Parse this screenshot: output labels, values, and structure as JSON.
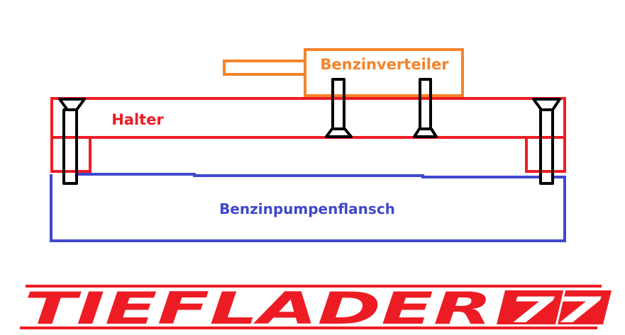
{
  "diagram": {
    "parts": {
      "distributor": {
        "label": "Benzinverteiler",
        "color": "#f5832a"
      },
      "holder": {
        "label": "Halter",
        "color": "#ed1c24"
      },
      "flange": {
        "label": "Benzinpumpenflansch",
        "color": "#3f48cc"
      },
      "screws": {
        "count": 4,
        "color": "#000000"
      }
    }
  },
  "logo": {
    "text_main": "TIEFLADER",
    "text_number": "77",
    "color": "#ed1c24"
  }
}
